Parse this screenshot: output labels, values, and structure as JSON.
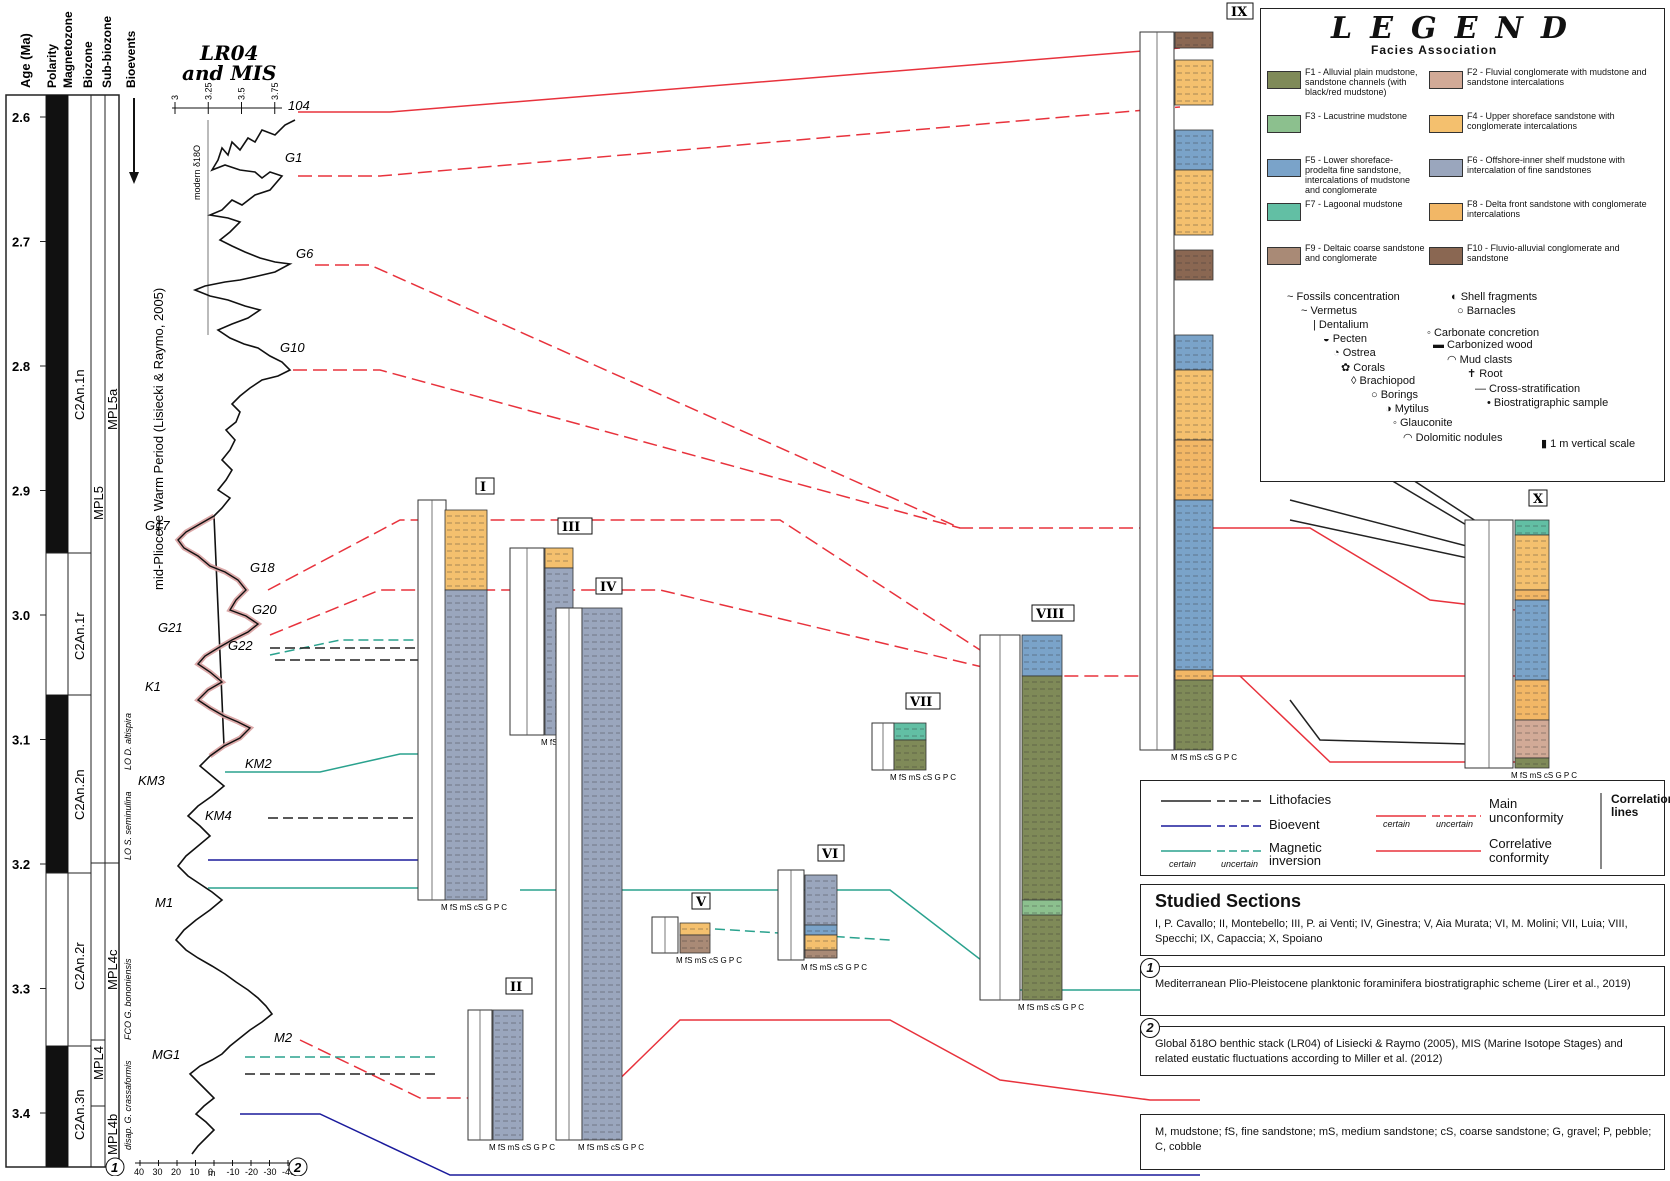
{
  "left_panel": {
    "column_headers": [
      "Age (Ma)",
      "Polarity",
      "Magnetozone",
      "Biozone",
      "Sub-biozone",
      "Bioevents"
    ],
    "age_ticks": [
      "2.6",
      "2.7",
      "2.8",
      "2.9",
      "3.0",
      "3.1",
      "3.2",
      "3.3",
      "3.4"
    ],
    "magnetozones": [
      "C2An.1n",
      "C2An.1r",
      "C2An.2n",
      "C2An.2r",
      "C2An.3n"
    ],
    "biozones": [
      "MPL5",
      "MPL4",
      "MPL4b"
    ],
    "subbiozones": [
      "MPL5a",
      "MPL4c"
    ],
    "bioevents": [
      "LO D. altispira",
      "LO S. seminulina",
      "FCO G. bononiensis",
      "disap. G. crassaformis"
    ],
    "footnote_1": "1",
    "footnote_2": "2"
  },
  "lr04": {
    "title_line1": "LR04",
    "title_line2": "and MIS",
    "axis_ticks": [
      "3",
      "3.25",
      "3.5",
      "3.75"
    ],
    "bottom_ticks": [
      "40",
      "30",
      "20",
      "10",
      "0",
      "-10",
      "-20",
      "-30",
      "-40"
    ],
    "bottom_unit": "m",
    "modern_label": "modern δ18O",
    "warm_period": "mid-Pliocene Warm Period (Lisiecki & Raymo, 2005)",
    "mis_labels": [
      "104",
      "G1",
      "G6",
      "G10",
      "G17",
      "G18",
      "G20",
      "G21",
      "G22",
      "K1",
      "KM2",
      "KM3",
      "KM4",
      "M1",
      "M2",
      "MG1"
    ]
  },
  "sections": {
    "numerals": [
      "I",
      "II",
      "III",
      "IV",
      "V",
      "VI",
      "VII",
      "VIII",
      "IX",
      "X"
    ],
    "grain_scale": "M fS mS cS G P C"
  },
  "legend": {
    "title": "LEGEND",
    "subtitle": "Facies Association",
    "facies": [
      {
        "code": "F1",
        "text": "F1 - Alluvial plain mudstone, sandstone channels (with black/red mudstone)",
        "color": "#7f8a58"
      },
      {
        "code": "F2",
        "text": "F2 - Fluvial conglomerate with mudstone and sandstone intercalations",
        "color": "#d2aa97"
      },
      {
        "code": "F3",
        "text": "F3 - Lacustrine mudstone",
        "color": "#8cc08e"
      },
      {
        "code": "F4",
        "text": "F4 - Upper shoreface sandstone with conglomerate intercalations",
        "color": "#f4c06e"
      },
      {
        "code": "F5",
        "text": "F5 - Lower shoreface-prodelta fine sandstone, intercalations of mudstone and conglomerate",
        "color": "#7aa3c9"
      },
      {
        "code": "F6",
        "text": "F6 - Offshore-inner shelf mudstone with intercalation of fine sandstones",
        "color": "#9aa6bd"
      },
      {
        "code": "F7",
        "text": "F7 - Lagoonal mudstone",
        "color": "#62bfa4"
      },
      {
        "code": "F8",
        "text": "F8 - Delta front sandstone with conglomerate intercalations",
        "color": "#f2b766"
      },
      {
        "code": "F9",
        "text": "F9 - Deltaic coarse sandstone and conglomerate",
        "color": "#a98a76"
      },
      {
        "code": "F10",
        "text": "F10 - Fluvio-alluvial conglomerate and sandstone",
        "color": "#8a6752"
      }
    ],
    "symbols": [
      "Fossils concentration",
      "Vermetus",
      "Dentalium",
      "Pecten",
      "Ostrea",
      "Corals",
      "Brachiopod",
      "Borings",
      "Mytilus",
      "Glauconite",
      "Dolomitic nodules",
      "Shell fragments",
      "Barnacles",
      "Carbonate concretion",
      "Carbonized wood",
      "Mud clasts",
      "Root",
      "Cross-stratification",
      "Biostratigraphic sample",
      "1 m vertical scale"
    ]
  },
  "correlation": {
    "lithofacies": "Lithofacies",
    "bioevent": "Bioevent",
    "magnetic": "Magnetic inversion",
    "certain": "certain",
    "uncertain": "uncertain",
    "main_unconformity": "Main unconformity",
    "correlative": "Correlative conformity",
    "side_label": "Correlation lines",
    "colors": {
      "lith": "#222222",
      "bio": "#1a1a9c",
      "mag": "#2aa28e",
      "red": "#e8323c"
    }
  },
  "studied": {
    "title": "Studied Sections",
    "text": "I, P. Cavallo; II, Montebello; III, P. ai Venti; IV, Ginestra; V, Aia Murata; VI, M. Molini; VII, Luia; VIII, Specchi; IX, Capaccia; X, Spoiano"
  },
  "note1": {
    "num": "1",
    "text": "Mediterranean Plio-Pleistocene planktonic foraminifera biostratigraphic scheme (Lirer et al., 2019)"
  },
  "note2": {
    "num": "2",
    "text": "Global δ18O benthic stack (LR04) of Lisiecki & Raymo (2005), MIS (Marine Isotope Stages) and related eustatic fluctuations according to Miller et al. (2012)"
  },
  "note3": {
    "text": "M, mudstone; fS, fine sandstone; mS, medium sandstone; cS, coarse sandstone; G, gravel; P, pebble; C, cobble"
  }
}
